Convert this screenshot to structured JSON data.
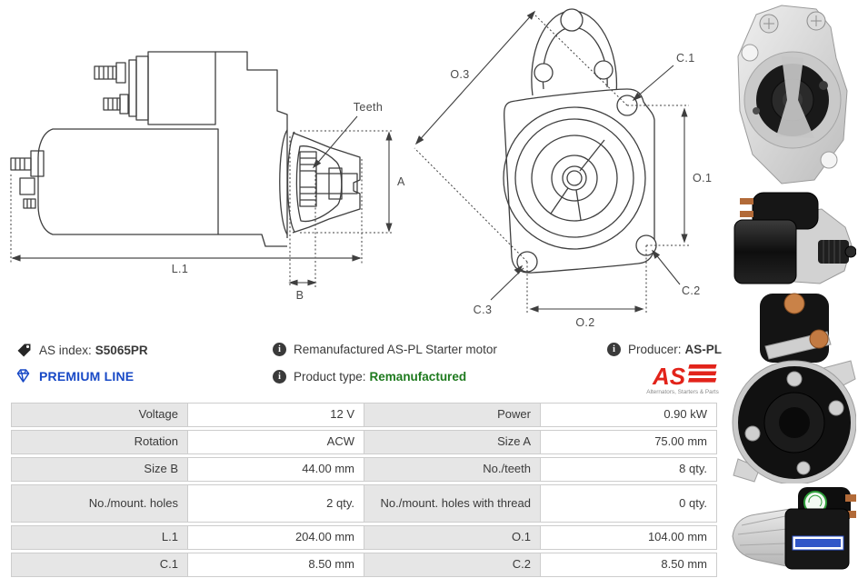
{
  "colors": {
    "accent_blue": "#1849c6",
    "type_green": "#1e7a1e",
    "logo_red": "#e2231a",
    "table_label_bg": "#e6e6e6",
    "table_border": "#cdcdcd",
    "drawing_line": "#3f3f3f"
  },
  "icons": {
    "tag": "tag-icon",
    "diamond": "diamond-icon",
    "info": "info-icon",
    "info_glyph": "i"
  },
  "info": {
    "as_index_label": "AS index:",
    "as_index_value": "S5065PR",
    "premium_line": "PREMIUM LINE",
    "description": "Remanufactured AS-PL Starter motor",
    "product_type_label": "Product type:",
    "product_type_value": "Remanufactured",
    "producer_label": "Producer:",
    "producer_value": "AS-PL",
    "logo_text": "AS",
    "logo_tagline": "Alternators, Starters & Parts"
  },
  "diagram": {
    "side_view": {
      "teeth": "Teeth",
      "a": "A",
      "l1": "L.1",
      "b": "B"
    },
    "front_view": {
      "o3": "O.3",
      "c1": "C.1",
      "o1": "O.1",
      "c2": "C.2",
      "c3": "C.3",
      "o2": "O.2"
    }
  },
  "spec_table": {
    "rows": [
      {
        "l1": "Voltage",
        "v1": "12 V",
        "l2": "Power",
        "v2": "0.90 kW"
      },
      {
        "l1": "Rotation",
        "v1": "ACW",
        "l2": "Size A",
        "v2": "75.00 mm"
      },
      {
        "l1": "Size B",
        "v1": "44.00 mm",
        "l2": "No./teeth",
        "v2": "8 qty."
      },
      {
        "l1": "No./mount. holes",
        "v1": "2 qty.",
        "l2": "No./mount. holes with thread",
        "v2": "0 qty."
      },
      {
        "l1": "L.1",
        "v1": "204.00 mm",
        "l2": "O.1",
        "v2": "104.00 mm"
      },
      {
        "l1": "C.1",
        "v1": "8.50 mm",
        "l2": "C.2",
        "v2": "8.50 mm"
      }
    ]
  },
  "photos": [
    {
      "name": "starter-front-view-photo"
    },
    {
      "name": "starter-side-view-photo"
    },
    {
      "name": "starter-rear-view-photo"
    },
    {
      "name": "starter-angle-view-photo"
    }
  ]
}
